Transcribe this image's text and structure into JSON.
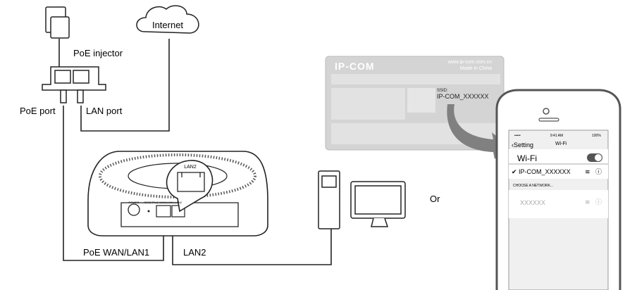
{
  "labels": {
    "internet": "Internet",
    "poe_injector": "PoE injector",
    "poe_port": "PoE port",
    "lan_port": "LAN port",
    "poe_wan_lan1": "PoE WAN/LAN1",
    "lan2": "LAN2",
    "or": "Or"
  },
  "router": {
    "callout_port": "LAN2",
    "ports": [
      "POWER",
      "RESET",
      "PoE WAN/LAN1",
      "LAN2"
    ]
  },
  "device_label": {
    "brand": "IP-COM",
    "website": "www.ip-com.com.cn",
    "made_in": "Made in China",
    "ssid_caption": "SSID:",
    "ssid_value": "IP-COM_XXXXXX"
  },
  "phone": {
    "status_time": "9:41 AM",
    "battery": "100%",
    "back_label": "Setting",
    "title": "Wi-Fi",
    "wifi_label": "Wi-Fi",
    "wifi_on": true,
    "connected_network": "IP-COM_XXXXXX",
    "choose_network": "CHOOSE A NETWORK...",
    "other_network": "XXXXXX"
  },
  "colors": {
    "line": "#222222",
    "label_card": "#d4d4d4",
    "arrow": "#808080"
  }
}
